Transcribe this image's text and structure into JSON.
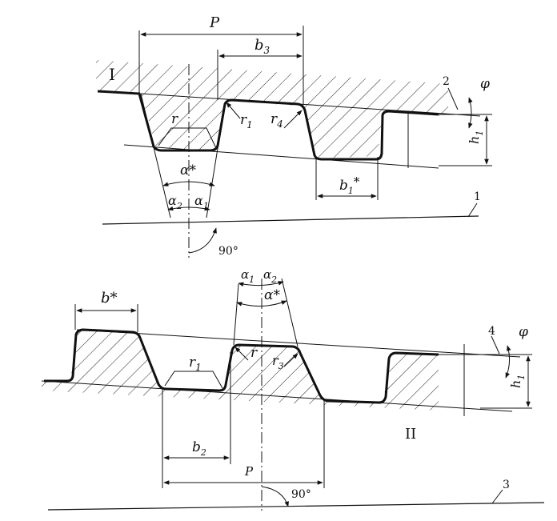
{
  "upper": {
    "section_mark": "I",
    "pitch": "P",
    "b3": "b",
    "b3_sub": "3",
    "radius_r": "r",
    "r1": "r",
    "r1_sub": "1",
    "r4": "r",
    "r4_sub": "4",
    "alpha": "α*",
    "alpha2": "α",
    "alpha2_sub": "2",
    "alpha1": "α",
    "alpha1_sub": "1",
    "b1": "b",
    "b1_sub": "1",
    "b1_star": "*",
    "leader_2": "2",
    "phi": "φ",
    "h1": "h",
    "h1_sub": "1",
    "leader_1": "1",
    "angle_90": "90°"
  },
  "lower": {
    "section_mark": "II",
    "bstar": "b*",
    "r1": "r",
    "r1_sub": "1",
    "radius_r": "r",
    "r3": "r",
    "r3_sub": "3",
    "alpha1": "α",
    "alpha1_sub": "1",
    "alpha2": "α",
    "alpha2_sub": "2",
    "alpha": "α*",
    "b2": "b",
    "b2_sub": "2",
    "pitch": "P",
    "leader_4": "4",
    "phi": "φ",
    "h1": "h",
    "h1_sub": "1",
    "leader_3": "3",
    "angle_90": "90°"
  }
}
